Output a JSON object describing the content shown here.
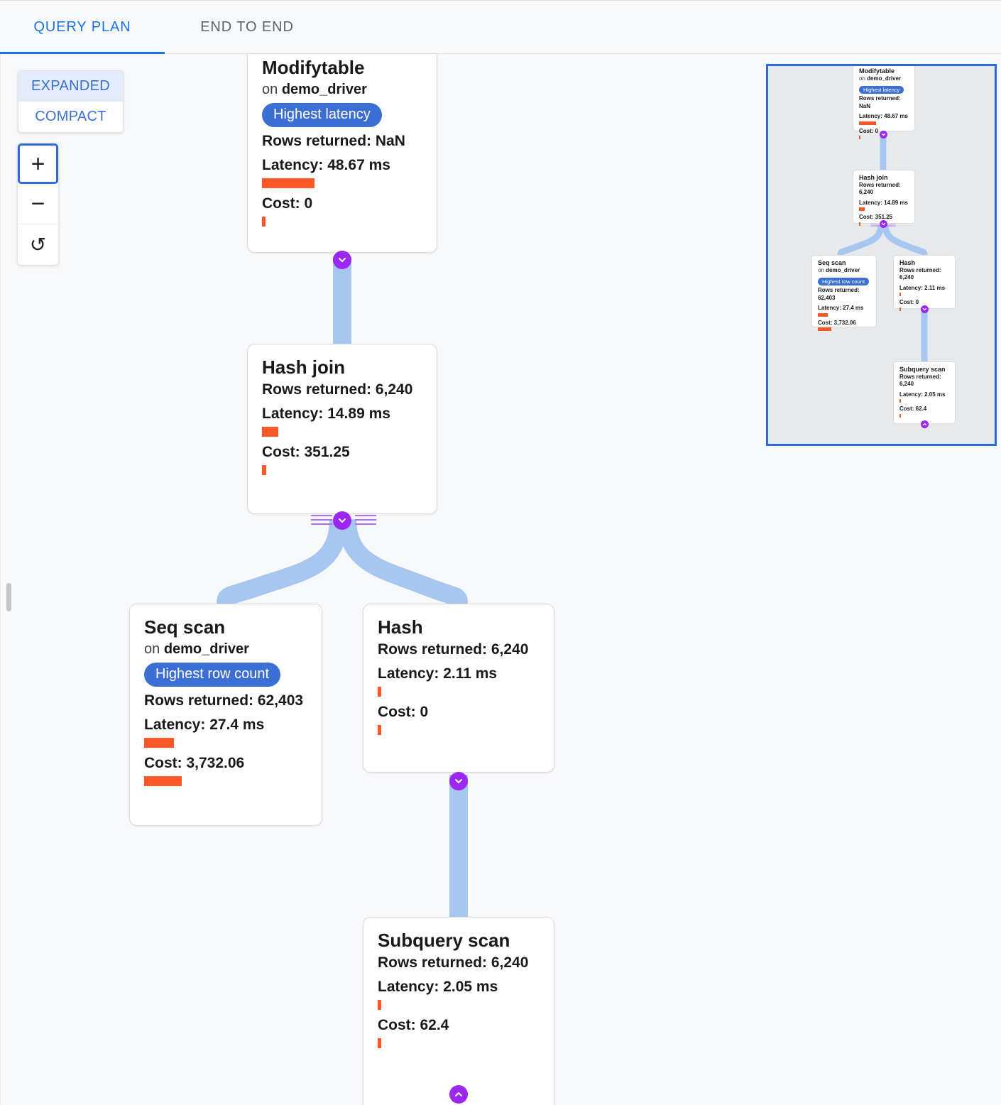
{
  "tabs": [
    {
      "label": "QUERY PLAN",
      "active": true
    },
    {
      "label": "END TO END",
      "active": false
    }
  ],
  "controls": {
    "mode": {
      "expanded_label": "EXPANDED",
      "compact_label": "COMPACT",
      "selected": "EXPANDED"
    },
    "zoom": {
      "zoom_in_label": "+",
      "zoom_out_label": "−",
      "reset_label": "↺"
    }
  },
  "colors": {
    "accent_blue": "#1a73e8",
    "badge_blue": "#3b6fd4",
    "bar_orange": "#fb5727",
    "edge_blue": "#a8c7f0",
    "connector_purple": "#9c27f0",
    "minimap_bg": "#e7eaec",
    "minimap_border": "#2f6ad9",
    "canvas_bg": "#f8f9fa"
  },
  "nodes": [
    {
      "id": "modifytable",
      "title": "Modifytable",
      "relation_prefix": "on",
      "relation": "demo_driver",
      "badge": "Highest latency",
      "rows_label": "Rows returned: NaN",
      "latency_label": "Latency: 48.67 ms",
      "latency_bar_width": 74,
      "cost_label": "Cost: 0",
      "cost_bar_width": 5
    },
    {
      "id": "hash-join",
      "title": "Hash join",
      "badge": null,
      "rows_label": "Rows returned: 6,240",
      "latency_label": "Latency: 14.89 ms",
      "latency_bar_width": 23,
      "cost_label": "Cost: 351.25",
      "cost_bar_width": 6
    },
    {
      "id": "seq-scan",
      "title": "Seq scan",
      "relation_prefix": "on",
      "relation": "demo_driver",
      "badge": "Highest row count",
      "rows_label": "Rows returned: 62,403",
      "latency_label": "Latency: 27.4 ms",
      "latency_bar_width": 42,
      "cost_label": "Cost: 3,732.06",
      "cost_bar_width": 53
    },
    {
      "id": "hash",
      "title": "Hash",
      "badge": null,
      "rows_label": "Rows returned: 6,240",
      "latency_label": "Latency: 2.11 ms",
      "latency_bar_width": 5,
      "cost_label": "Cost: 0",
      "cost_bar_width": 5
    },
    {
      "id": "subquery-scan",
      "title": "Subquery scan",
      "badge": null,
      "rows_label": "Rows returned: 6,240",
      "latency_label": "Latency: 2.05 ms",
      "latency_bar_width": 5,
      "cost_label": "Cost: 62.4",
      "cost_bar_width": 5
    }
  ],
  "edges": [
    {
      "from": "modifytable",
      "to": "hash-join"
    },
    {
      "from": "hash-join",
      "to": "seq-scan"
    },
    {
      "from": "hash-join",
      "to": "hash"
    },
    {
      "from": "hash",
      "to": "subquery-scan"
    }
  ],
  "connectors": [
    {
      "id": "modifytable-collapse",
      "icon": "chevron-down-icon"
    },
    {
      "id": "hash-join-collapse",
      "icon": "chevron-down-icon"
    },
    {
      "id": "hash-collapse",
      "icon": "chevron-down-icon"
    },
    {
      "id": "subquery-scan-expand",
      "icon": "chevron-up-icon"
    }
  ]
}
